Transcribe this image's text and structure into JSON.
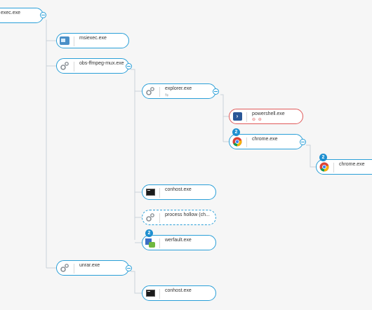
{
  "colors": {
    "background": "#f6f6f6",
    "node_border": "#2a9fd8",
    "alert_border": "#e05a5a",
    "badge": "#1e8fd0",
    "connector": "#c9d3da"
  },
  "nodes": {
    "msiexec_root": {
      "label": "exec.exe",
      "icon": "app-icon"
    },
    "msiexec": {
      "label": "msiexec.exe",
      "icon": "installer-icon"
    },
    "obs": {
      "label": "obs-ffmpeg-mux.exe",
      "icon": "gears-icon"
    },
    "explorer": {
      "label": "explorer.exe",
      "icon": "gears-icon",
      "sub": "⇆"
    },
    "powershell": {
      "label": "powershell.exe",
      "icon": "powershell-icon",
      "sub": "⊖ ⊖"
    },
    "chrome1": {
      "label": "chrome.exe",
      "icon": "chrome-icon",
      "badge": "2"
    },
    "chrome2": {
      "label": "chrome.exe",
      "icon": "chrome-icon",
      "badge": "2"
    },
    "conhost1": {
      "label": "conhost.exe",
      "icon": "terminal-icon"
    },
    "hollow": {
      "label": "process hollow (ch...",
      "icon": "gears-icon"
    },
    "werfault": {
      "label": "werfault.exe",
      "icon": "error-report-icon",
      "badge": "2"
    },
    "unrar": {
      "label": "unrar.exe",
      "icon": "gears-icon"
    },
    "conhost2": {
      "label": "conhost.exe",
      "icon": "terminal-icon"
    }
  }
}
